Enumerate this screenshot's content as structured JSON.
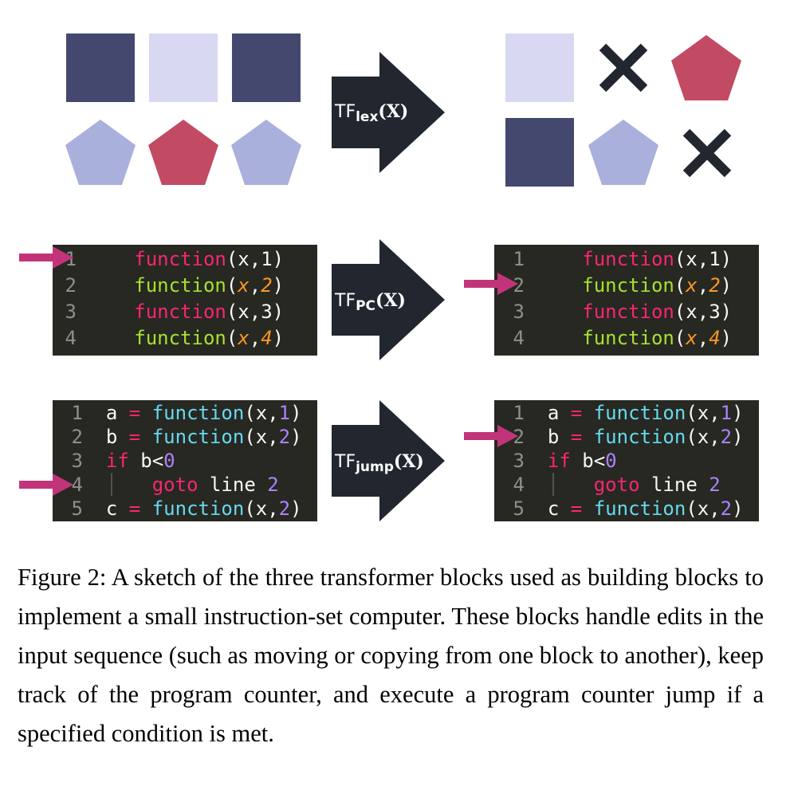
{
  "colors": {
    "dark_navy": "#45486e",
    "light_lavender": "#d9d8f3",
    "periwinkle": "#aab0dc",
    "crimson": "#c24b63",
    "arrow_fill": "#22262f",
    "pointer_magenta": "#c2347a",
    "code_bg": "#272822"
  },
  "lex": {
    "label_main": "TF",
    "label_sub": "lex",
    "label_arg": "(X)",
    "input_shapes": [
      "dark-square",
      "light-square",
      "dark-square",
      "periwinkle-pentagon",
      "crimson-pentagon",
      "periwinkle-pentagon"
    ],
    "output_shapes": [
      "light-square",
      "x-mark",
      "crimson-pentagon",
      "dark-square",
      "periwinkle-pentagon",
      "x-mark"
    ]
  },
  "pc": {
    "label_main": "TF",
    "label_sub": "PC",
    "label_arg": "(X)",
    "input_pointer_line": 1,
    "output_pointer_line": 2,
    "lines": [
      {
        "n": "1",
        "fn": "function",
        "open": "(",
        "a": "x",
        "sep": ",",
        "b": "1",
        "close": ")"
      },
      {
        "n": "2",
        "fn": "function",
        "open": "(",
        "a": "x",
        "sep": ",",
        "b": "2",
        "close": ")"
      },
      {
        "n": "3",
        "fn": "function",
        "open": "(",
        "a": "x",
        "sep": ",",
        "b": "3",
        "close": ")"
      },
      {
        "n": "4",
        "fn": "function",
        "open": "(",
        "a": "x",
        "sep": ",",
        "b": "4",
        "close": ")"
      }
    ]
  },
  "jump": {
    "label_main": "TF",
    "label_sub": "jump",
    "label_arg": "(X)",
    "input_pointer_line": 4,
    "output_pointer_line": 2,
    "lines": [
      {
        "n": "1",
        "parts": [
          "a",
          " = ",
          "function",
          "(x,",
          "1",
          ")"
        ]
      },
      {
        "n": "2",
        "parts": [
          "b",
          " = ",
          "function",
          "(x,",
          "2",
          ")"
        ]
      },
      {
        "n": "3",
        "parts": [
          "if",
          " b<",
          "0"
        ]
      },
      {
        "n": "4",
        "parts": [
          "goto",
          " line ",
          "2"
        ]
      },
      {
        "n": "5",
        "parts": [
          "c",
          " = ",
          "function",
          "(x,",
          "2",
          ")"
        ]
      }
    ]
  },
  "caption": "Figure 2: A sketch of the three transformer blocks used as building blocks to implement a small instruction-set computer. These blocks handle edits in the input sequence (such as moving or copying from one block to another), keep track of the program counter, and execute a program counter jump if a specified condition is met."
}
